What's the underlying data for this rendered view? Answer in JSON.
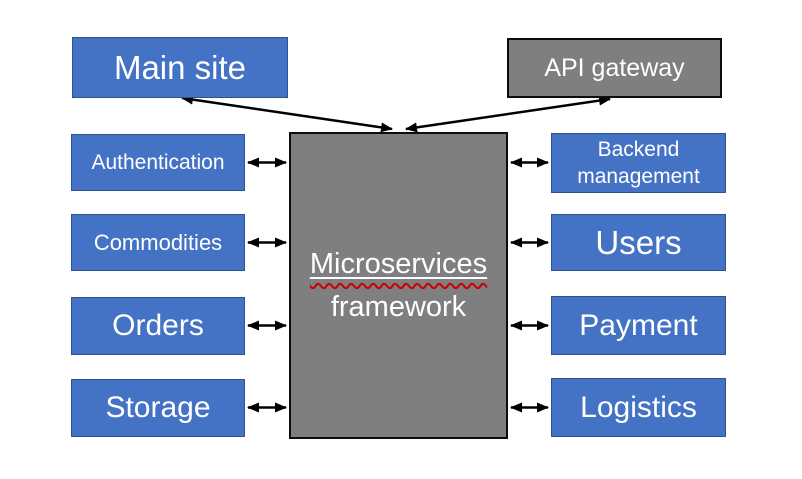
{
  "diagram_title": "Microservices architecture diagram",
  "nodes": {
    "main_site": "Main site",
    "api_gateway": "API gateway",
    "center_line1": "Microservices",
    "center_line2": "framework",
    "left": [
      "Authentication",
      "Commodities",
      "Orders",
      "Storage"
    ],
    "right": [
      "Backend management",
      "Users",
      "Payment",
      "Logistics"
    ]
  },
  "spellcheck": {
    "squiggle_under_word": "Microservices",
    "squiggle_color": "#CC0000"
  },
  "connections": [
    {
      "from": "Microservices framework",
      "to": "Main site",
      "bidirectional": true
    },
    {
      "from": "Microservices framework",
      "to": "API gateway",
      "bidirectional": true
    },
    {
      "from": "Authentication",
      "to": "Microservices framework",
      "bidirectional": true
    },
    {
      "from": "Commodities",
      "to": "Microservices framework",
      "bidirectional": true
    },
    {
      "from": "Orders",
      "to": "Microservices framework",
      "bidirectional": true
    },
    {
      "from": "Storage",
      "to": "Microservices framework",
      "bidirectional": true
    },
    {
      "from": "Backend management",
      "to": "Microservices framework",
      "bidirectional": true
    },
    {
      "from": "Users",
      "to": "Microservices framework",
      "bidirectional": true
    },
    {
      "from": "Payment",
      "to": "Microservices framework",
      "bidirectional": true
    },
    {
      "from": "Logistics",
      "to": "Microservices framework",
      "bidirectional": true
    }
  ],
  "colors": {
    "node_blue": "#4472C4",
    "node_blue_border": "#2F528F",
    "node_gray": "#7F7F7F",
    "node_gray_border": "#0D0D0D",
    "text_white": "#FFFFFF",
    "arrow_black": "#000000",
    "background": "#FFFFFF"
  }
}
